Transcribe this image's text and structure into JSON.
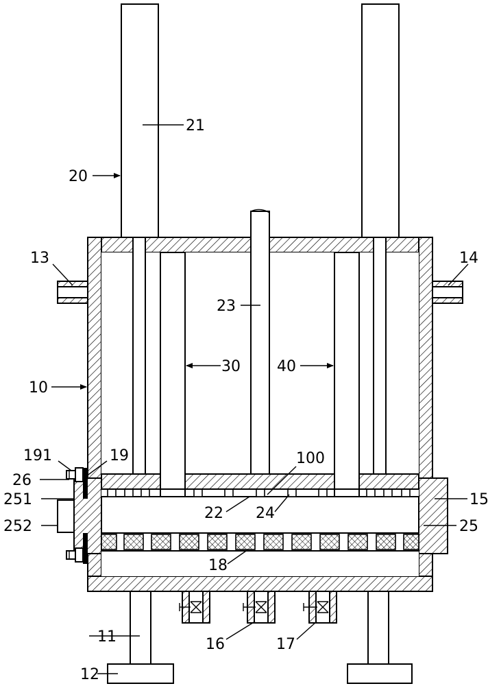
{
  "labels": {
    "l10": "10",
    "l11": "11",
    "l12": "12",
    "l13": "13",
    "l14": "14",
    "l15": "15",
    "l16": "16",
    "l17": "17",
    "l18": "18",
    "l19": "19",
    "l191": "191",
    "l20": "20",
    "l21": "21",
    "l22": "22",
    "l23": "23",
    "l24": "24",
    "l25": "25",
    "l251": "251",
    "l252": "252",
    "l26": "26",
    "l30": "30",
    "l40": "40",
    "l100": "100"
  }
}
